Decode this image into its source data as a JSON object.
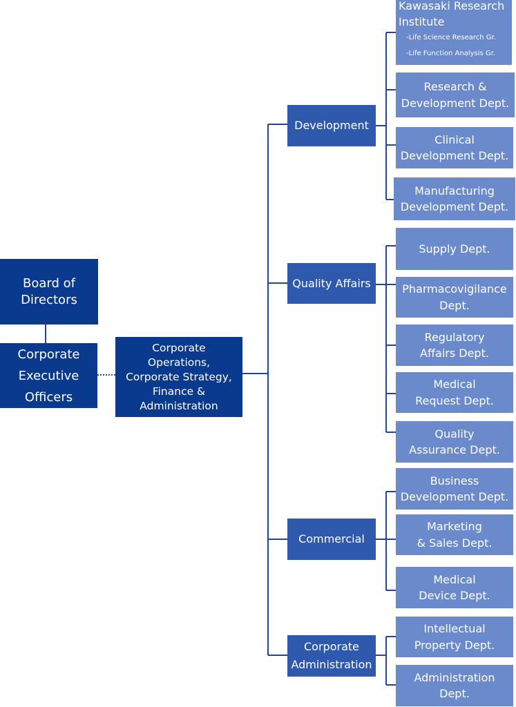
{
  "board": "Board of\nDirectors",
  "executive": "Corporate\nExecutive\nOfficers",
  "corporate": "Corporate\nOperations,\nCorporate Strategy,\nFinance &\nAdministration",
  "divisions": {
    "development": "Development",
    "quality_affairs": "Quality Affairs",
    "commercial": "Commercial",
    "corporate_administration": "Corporate\nAdministration"
  },
  "departments": {
    "kawasaki": {
      "title": "Kawasaki Research\nInstitute",
      "groups": [
        "-Life Science Research Gr.",
        "-Life Function Analysis Gr."
      ]
    },
    "research_development": "Research &\nDevelopment  Dept.",
    "clinical_development": "Clinical\nDevelopment Dept.",
    "manufacturing_development": "Manufacturing\nDevelopment Dept.",
    "supply": "Supply Dept.",
    "pharmacovigilance": "Pharmacovigilance\nDept.",
    "regulatory_affairs": "Regulatory\nAffairs Dept.",
    "medical_request": "Medical\nRequest Dept.",
    "quality_assurance": "Quality\nAssurance Dept.",
    "business_development": "Business\nDevelopment Dept.",
    "marketing_sales": "Marketing\n& Sales Dept.",
    "medical_device": "Medical\nDevice Dept.",
    "intellectual_property": "Intellectual\nProperty Dept.",
    "administration": "Administration\nDept."
  },
  "colors": {
    "executive_blue": "#0a3a8e",
    "division_blue": "#2f59ad",
    "department_blue": "#6b8acb",
    "line": "#23449a"
  }
}
